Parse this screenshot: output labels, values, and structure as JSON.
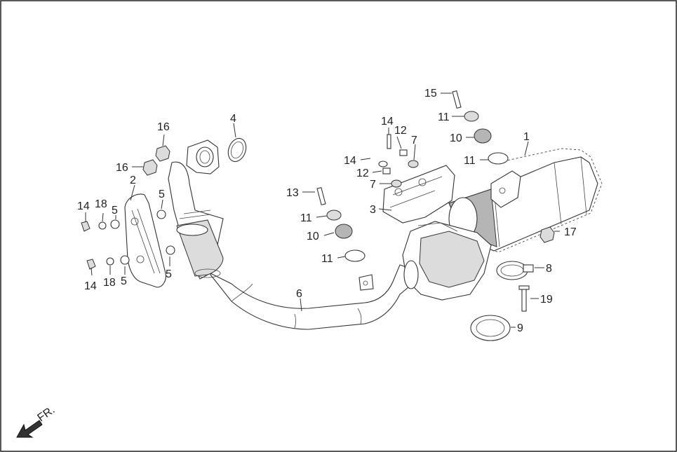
{
  "callouts": [
    {
      "id": "c1",
      "text": "1"
    },
    {
      "id": "c2",
      "text": "2"
    },
    {
      "id": "c3",
      "text": "3"
    },
    {
      "id": "c4",
      "text": "4"
    },
    {
      "id": "c5a",
      "text": "5"
    },
    {
      "id": "c5b",
      "text": "5"
    },
    {
      "id": "c5c",
      "text": "5"
    },
    {
      "id": "c5d",
      "text": "5"
    },
    {
      "id": "c6",
      "text": "6"
    },
    {
      "id": "c7a",
      "text": "7"
    },
    {
      "id": "c7b",
      "text": "7"
    },
    {
      "id": "c8",
      "text": "8"
    },
    {
      "id": "c9",
      "text": "9"
    },
    {
      "id": "c10a",
      "text": "10"
    },
    {
      "id": "c10b",
      "text": "10"
    },
    {
      "id": "c11a",
      "text": "11"
    },
    {
      "id": "c11b",
      "text": "11"
    },
    {
      "id": "c11c",
      "text": "11"
    },
    {
      "id": "c11d",
      "text": "11"
    },
    {
      "id": "c12a",
      "text": "12"
    },
    {
      "id": "c12b",
      "text": "12"
    },
    {
      "id": "c13",
      "text": "13"
    },
    {
      "id": "c14a",
      "text": "14"
    },
    {
      "id": "c14b",
      "text": "14"
    },
    {
      "id": "c14c",
      "text": "14"
    },
    {
      "id": "c14d",
      "text": "14"
    },
    {
      "id": "c15",
      "text": "15"
    },
    {
      "id": "c16a",
      "text": "16"
    },
    {
      "id": "c16b",
      "text": "16"
    },
    {
      "id": "c17",
      "text": "17"
    },
    {
      "id": "c18a",
      "text": "18"
    },
    {
      "id": "c18b",
      "text": "18"
    },
    {
      "id": "c19",
      "text": "19"
    }
  ],
  "direction_label": "FR."
}
